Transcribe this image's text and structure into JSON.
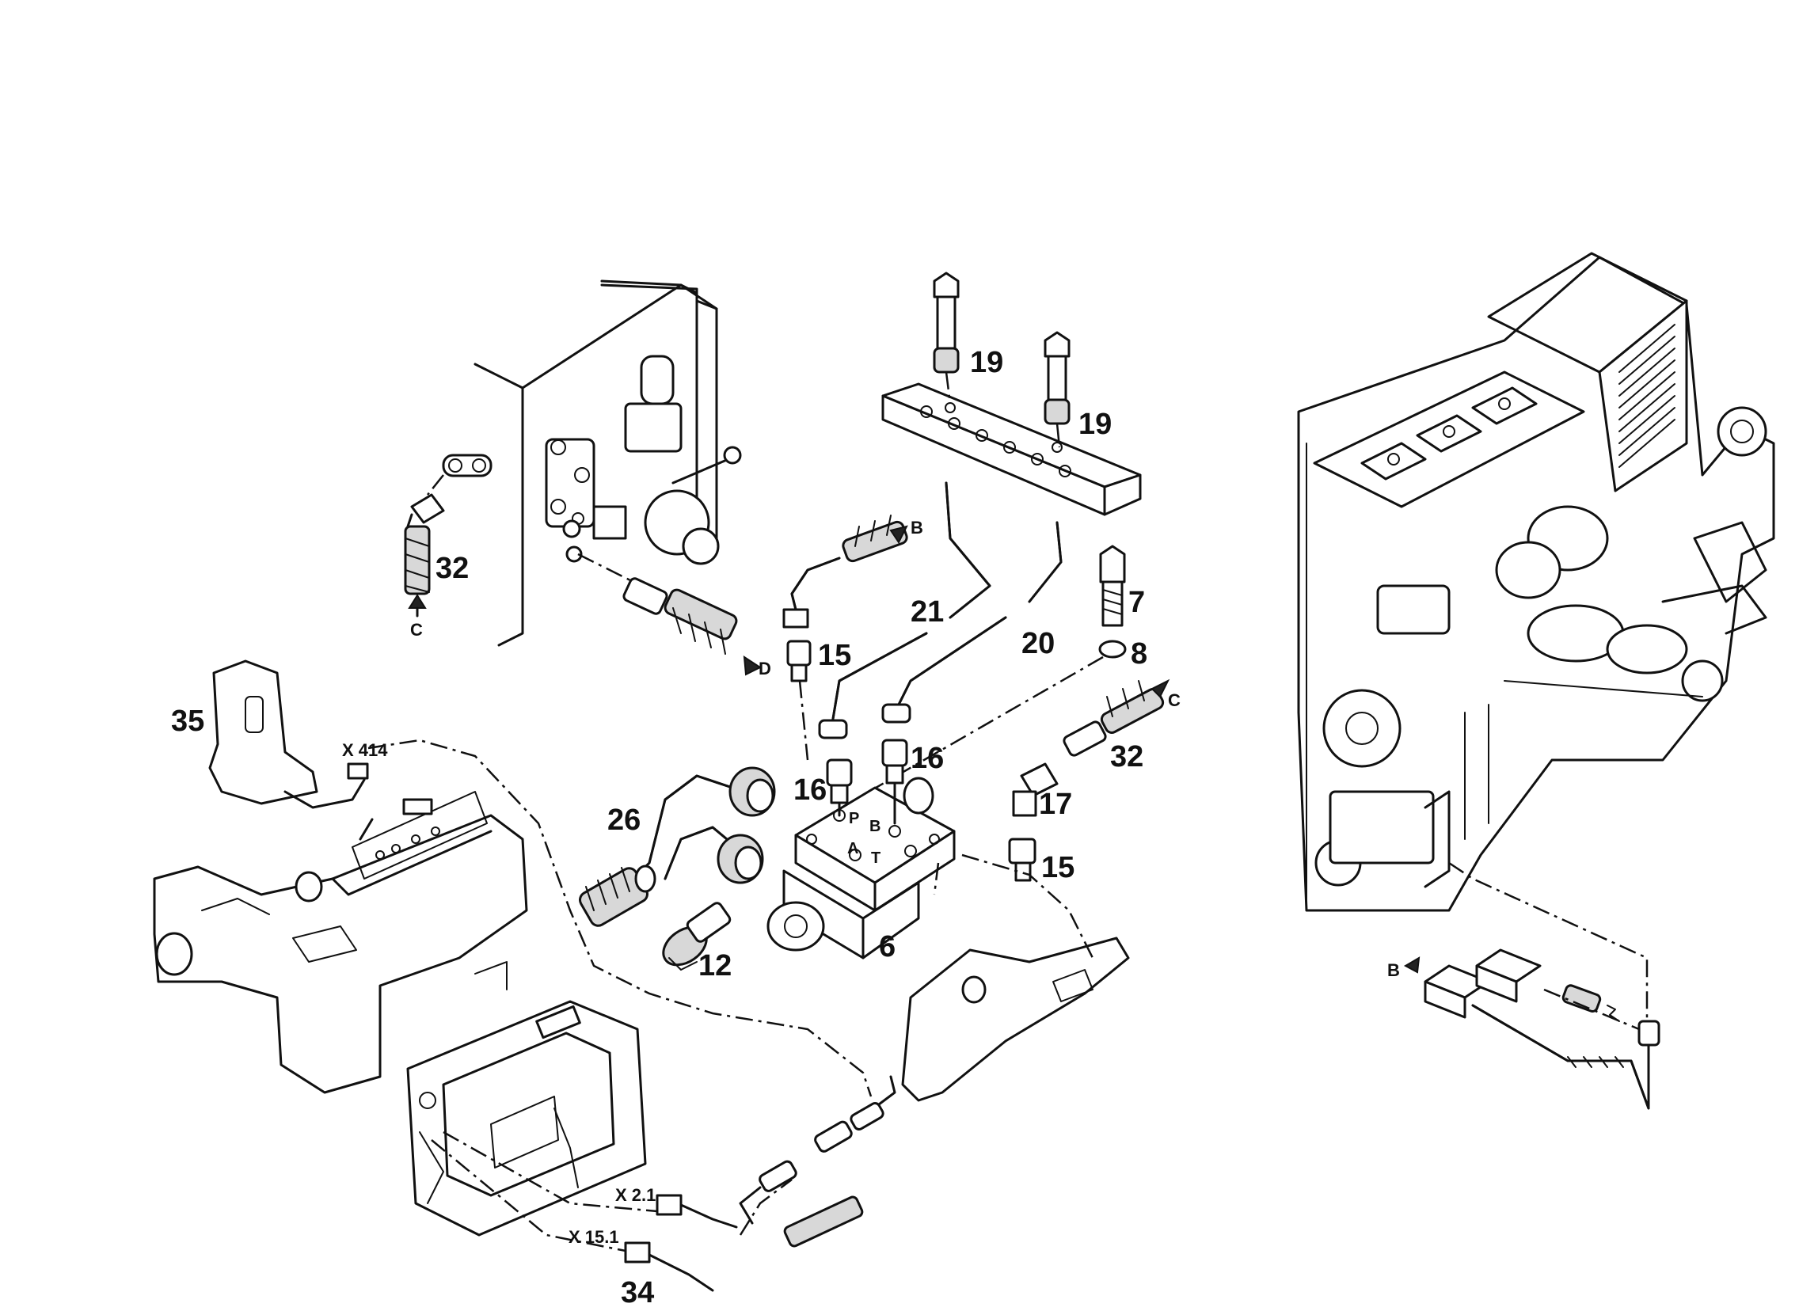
{
  "callouts": {
    "c19a": "19",
    "c19b": "19",
    "c7": "7",
    "c8": "8",
    "c21": "21",
    "c20": "20",
    "c15a": "15",
    "c15b": "15",
    "c16a": "16",
    "c16b": "16",
    "c17": "17",
    "c32a": "32",
    "c32b": "32",
    "c26": "26",
    "c12": "12",
    "c6": "6",
    "c35": "35",
    "c34": "34"
  },
  "arrows": {
    "a_c1": "C",
    "a_c2": "C",
    "a_d": "D",
    "a_b1": "B",
    "a_b2": "B"
  },
  "connectors": {
    "x414": "X 414",
    "x21": "X 2.1",
    "x151": "X 15.1"
  },
  "ports": {
    "p": "P",
    "a": "A",
    "b": "B",
    "t": "T"
  }
}
